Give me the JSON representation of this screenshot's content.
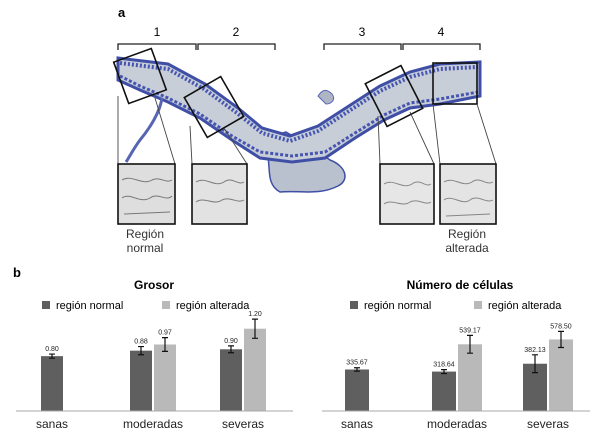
{
  "panel_a": {
    "label": "a",
    "regions": [
      "1",
      "2",
      "3",
      "4"
    ],
    "caption_normal": [
      "Región",
      "normal"
    ],
    "caption_altered": [
      "Región",
      "alterada"
    ]
  },
  "panel_b": {
    "label": "b"
  },
  "colors": {
    "normal": "#5f5f5f",
    "altered": "#b9b9b9",
    "tissue_stain": "#3f4fa6",
    "tissue_fill": "#c8ced8"
  },
  "chart_data": [
    {
      "type": "bar",
      "title": "Grosor",
      "categories": [
        "sanas",
        "moderadas",
        "severas"
      ],
      "series": [
        {
          "name": "región normal",
          "color": "#5f5f5f",
          "values": [
            0.8,
            0.88,
            0.9
          ],
          "errors": [
            0.03,
            0.06,
            0.05
          ],
          "labels": [
            "0.80",
            "0.88",
            "0.90"
          ]
        },
        {
          "name": "región alterada",
          "color": "#b9b9b9",
          "values": [
            null,
            0.97,
            1.2
          ],
          "errors": [
            null,
            0.1,
            0.14
          ],
          "labels": [
            "",
            "0.97",
            "1.20"
          ]
        }
      ],
      "ylim": [
        0,
        1.75
      ],
      "legend": "top"
    },
    {
      "type": "bar",
      "title": "Número de células",
      "categories": [
        "sanas",
        "moderadas",
        "severas"
      ],
      "series": [
        {
          "name": "región normal",
          "color": "#5f5f5f",
          "values": [
            335.67,
            318.64,
            382.13
          ],
          "errors": [
            14,
            16,
            72
          ],
          "labels": [
            "335.67",
            "318.64",
            "382.13"
          ]
        },
        {
          "name": "región alterada",
          "color": "#b9b9b9",
          "values": [
            null,
            539.17,
            578.5
          ],
          "errors": [
            null,
            72,
            65
          ],
          "labels": [
            "",
            "539.17",
            "578.50"
          ]
        }
      ],
      "ylim": [
        0,
        970
      ],
      "legend": "top"
    }
  ]
}
